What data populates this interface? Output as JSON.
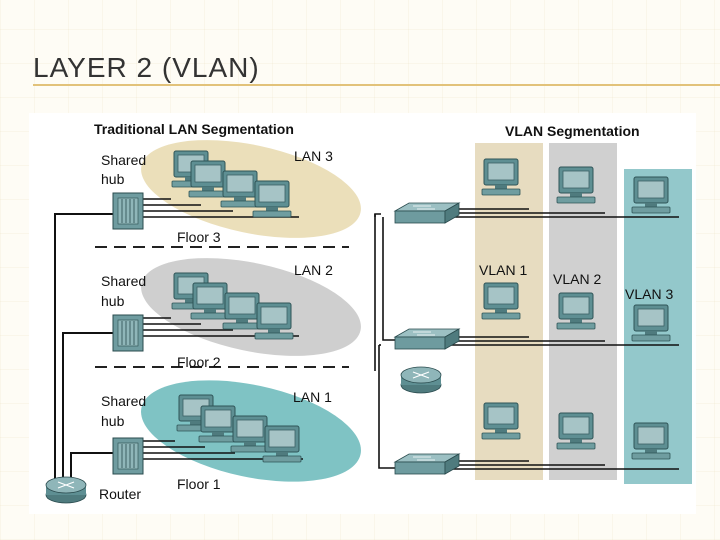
{
  "slide": {
    "title": "LAYER 2 (VLAN)"
  },
  "diagram": {
    "traditional": {
      "heading": "Traditional LAN Segmentation",
      "segments": [
        {
          "lan": "LAN 3",
          "floor": "Floor 3",
          "hub": "Shared hub"
        },
        {
          "lan": "LAN 2",
          "floor": "Floor 2",
          "hub": "Shared hub"
        },
        {
          "lan": "LAN 1",
          "floor": "Floor 1",
          "hub": "Shared hub"
        }
      ],
      "router_label": "Router"
    },
    "vlan": {
      "heading": "VLAN Segmentation",
      "columns": [
        {
          "label": "VLAN 1",
          "color": "#e7dcc0"
        },
        {
          "label": "VLAN 2",
          "color": "#d0d0d0"
        },
        {
          "label": "VLAN 3",
          "color": "#93c8cb"
        }
      ]
    },
    "colors": {
      "lan3_ellipse": "#ebdfba",
      "lan2_ellipse": "#cfcfcf",
      "lan1_ellipse": "#7fc3c4",
      "device": "#5e8f93",
      "screen": "#9fc0c2"
    }
  }
}
